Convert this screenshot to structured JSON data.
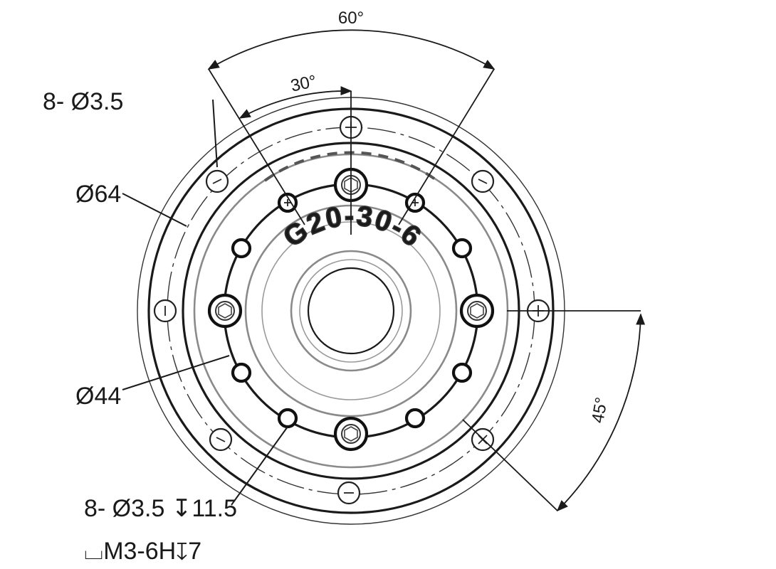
{
  "drawing": {
    "angles": {
      "a60": "60°",
      "a30": "30°",
      "a45": "45°"
    },
    "callouts": {
      "outer_holes": "8- Ø3.5",
      "outer_diameter": "Ø64",
      "inner_diameter": "Ø44",
      "bolt_holes": "8- Ø3.5 ↧11.5",
      "thread": "⌴M3-6H↧7"
    },
    "face_marking": "G20-30-6"
  }
}
